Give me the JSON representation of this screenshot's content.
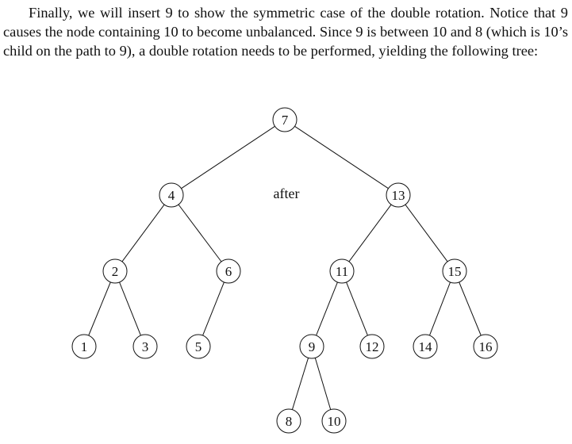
{
  "paragraph": "Finally, we will insert 9 to show the symmetric case of the double rotation. Notice that 9 causes the node containing 10 to become unbalanced. Since 9 is between 10 and 8 (which is 10’s child on the path to 9), a double rotation needs to be performed, yielding the following tree:",
  "figure": {
    "caption": "after",
    "nodes": [
      {
        "id": "n7",
        "label": "7"
      },
      {
        "id": "n4",
        "label": "4"
      },
      {
        "id": "n13",
        "label": "13"
      },
      {
        "id": "n2",
        "label": "2"
      },
      {
        "id": "n6",
        "label": "6"
      },
      {
        "id": "n11",
        "label": "11"
      },
      {
        "id": "n15",
        "label": "15"
      },
      {
        "id": "n1",
        "label": "1"
      },
      {
        "id": "n3",
        "label": "3"
      },
      {
        "id": "n5",
        "label": "5"
      },
      {
        "id": "n9",
        "label": "9"
      },
      {
        "id": "n12",
        "label": "12"
      },
      {
        "id": "n14",
        "label": "14"
      },
      {
        "id": "n16",
        "label": "16"
      },
      {
        "id": "n8",
        "label": "8"
      },
      {
        "id": "n10",
        "label": "10"
      }
    ],
    "edges": [
      [
        "n7",
        "n4"
      ],
      [
        "n7",
        "n13"
      ],
      [
        "n4",
        "n2"
      ],
      [
        "n4",
        "n6"
      ],
      [
        "n13",
        "n11"
      ],
      [
        "n13",
        "n15"
      ],
      [
        "n2",
        "n1"
      ],
      [
        "n2",
        "n3"
      ],
      [
        "n6",
        "n5"
      ],
      [
        "n11",
        "n9"
      ],
      [
        "n11",
        "n12"
      ],
      [
        "n15",
        "n14"
      ],
      [
        "n15",
        "n16"
      ],
      [
        "n9",
        "n8"
      ],
      [
        "n9",
        "n10"
      ]
    ]
  }
}
